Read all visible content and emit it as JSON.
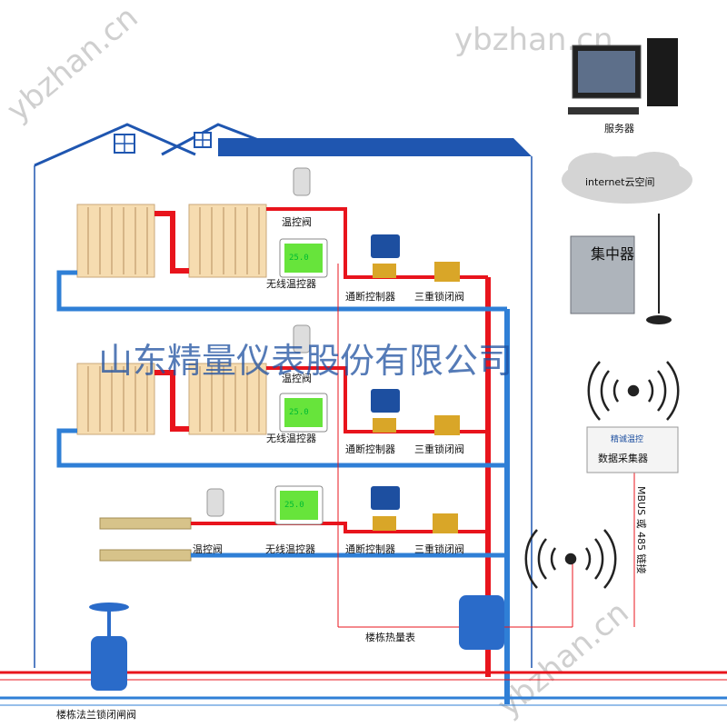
{
  "watermark": {
    "top_right": "ybzhan.cn",
    "top_left": "ybzhan.cn",
    "bottom_right": "ybzhan.cn"
  },
  "company_watermark": "山东精量仪表股份有限公司",
  "labels": {
    "server": "服务器",
    "cloud": "internet云空间",
    "concentrator": "集中器",
    "collector_sub": "精诚温控",
    "collector": "数据采集器",
    "bus_text": "MBUS 或 485 链接",
    "thermo_valve": "温控阀",
    "wireless_thermostat": "无线温控器",
    "onoff_controller": "通断控制器",
    "triple_lock_valve": "三重锁闭阀",
    "building_heat_meter": "楼栋热量表",
    "flange_valve": "楼栋法兰锁闭闸阀",
    "lcd": "25.0"
  },
  "colors": {
    "supply": "#e8141c",
    "return": "#2f7fd6",
    "roof": "#1f56b0",
    "signal": "#e8141c"
  }
}
